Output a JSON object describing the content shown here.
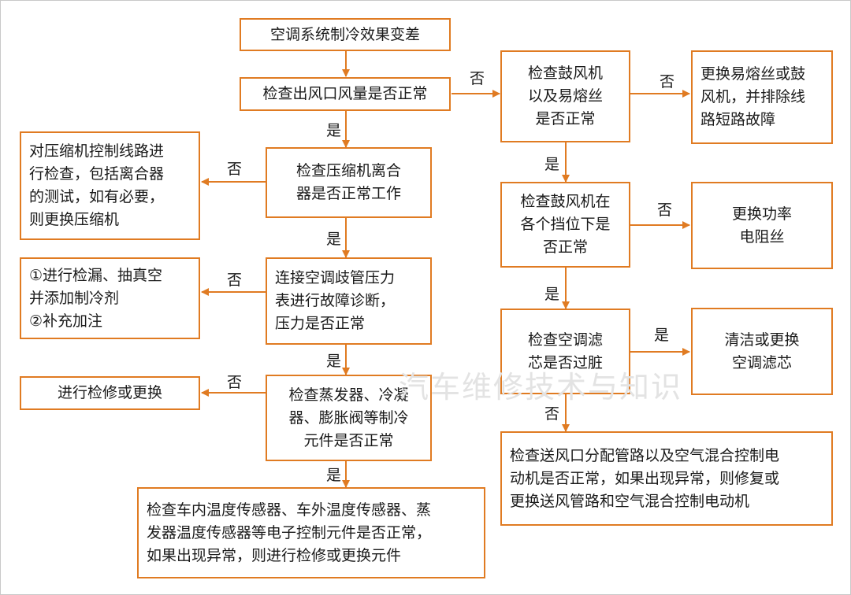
{
  "nodes": {
    "start": "空调系统制冷效果变差",
    "check_vent_airflow": "检查出风口风量是否正常",
    "check_compressor_clutch": "检查压缩机离合\n器是否正常工作",
    "compressor_action": "对压缩机控制线路进\n行检查，包括离合器\n的测试，如有必要，\n则更换压缩机",
    "check_manifold_pressure": "连接空调歧管压力\n表进行故障诊断，\n压力是否正常",
    "leak_action": "①进行检漏、抽真空\n并添加制冷剂\n②补充加注",
    "check_refrigeration_parts": "检查蒸发器、冷凝\n器、膨胀阀等制冷\n元件是否正常",
    "repair_replace": "进行检修或更换",
    "check_sensors": "检查车内温度传感器、车外温度传感器、蒸\n发器温度传感器等电子控制元件是否正常，\n如果出现异常，则进行检修或更换元件",
    "check_blower_fuse": "检查鼓风机\n以及易熔丝\n是否正常",
    "replace_fuse_blower": "更换易熔丝或鼓\n风机，并排除线\n路短路故障",
    "check_blower_speeds": "检查鼓风机在\n各个挡位下是\n否正常",
    "replace_resistor": "更换功率\n电阻丝",
    "check_filter": "检查空调滤\n芯是否过脏",
    "clean_replace_filter": "清洁或更换\n空调滤芯",
    "check_duct_motor": "检查送风口分配管路以及空气混合控制电\n动机是否正常，如果出现异常，则修复或\n更换送风管路和空气混合控制电动机"
  },
  "labels": {
    "yes": "是",
    "no": "否"
  },
  "watermark": "汽车维修技术与知识",
  "colors": {
    "border": "#e07b22",
    "arrow": "#e07b22",
    "text": "#1a1a1a"
  }
}
